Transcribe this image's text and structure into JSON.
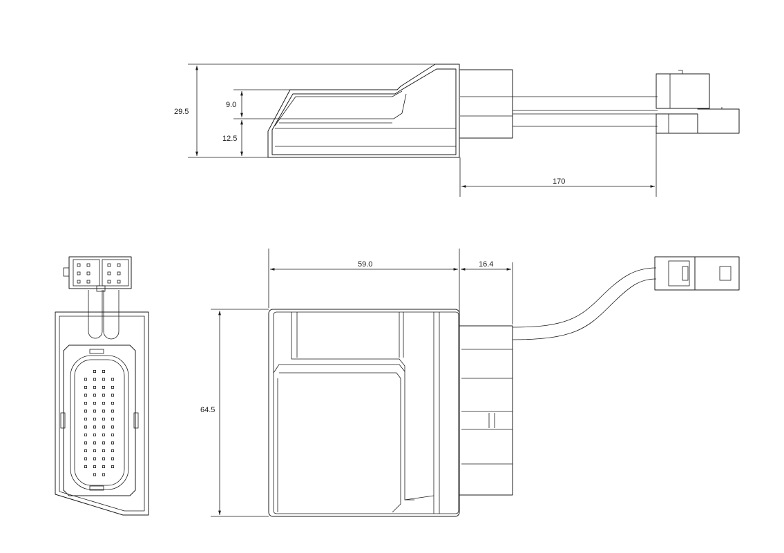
{
  "dimensions": {
    "side_height": "29.5",
    "side_top_height": "9.0",
    "side_base_height": "12.5",
    "cable_length": "170",
    "body_width": "59.0",
    "connector_depth": "16.4",
    "body_height": "64.5"
  },
  "colors": {
    "line": "#1a1a1a",
    "background": "#ffffff"
  }
}
